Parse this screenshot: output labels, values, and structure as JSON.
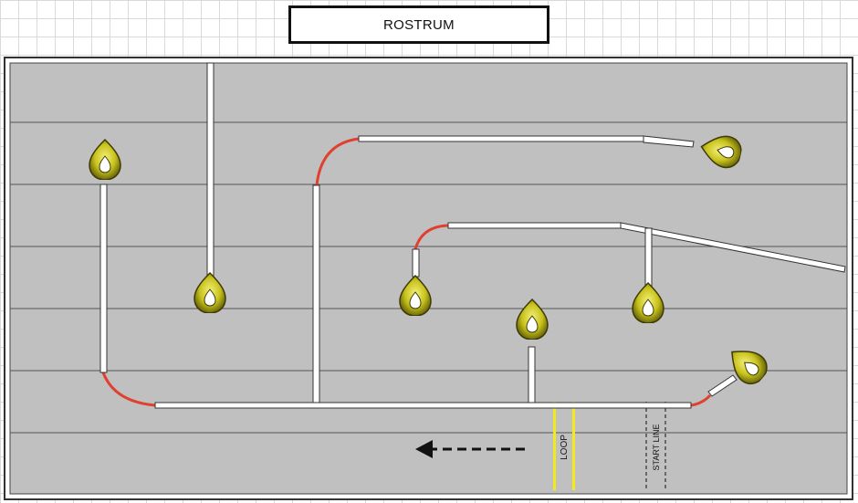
{
  "title": "ROSTRUM",
  "labels": {
    "loop": "LOOP",
    "start_line": "START LINE"
  },
  "colors": {
    "floor": "#c0c0c0",
    "track": "#ffffff",
    "curve": "#e0402f",
    "loop_lines": "#f2ea1c",
    "pin": "#c7c21c"
  },
  "icons": {
    "pin": "teardrop-pin-icon",
    "direction": "dashed-arrow-left-icon"
  }
}
